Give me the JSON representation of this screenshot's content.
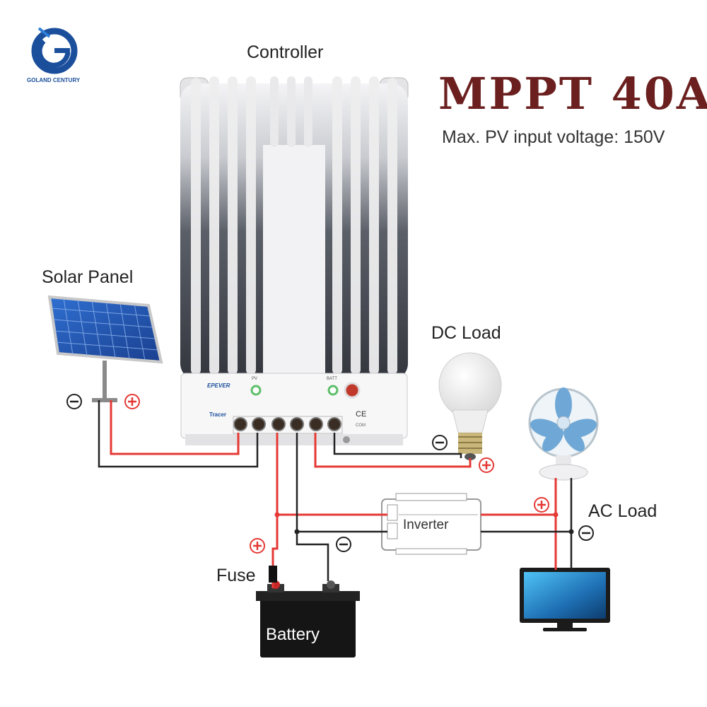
{
  "logo": {
    "text": "GOLAND CENTURY"
  },
  "title": "MPPT  40A",
  "subtitle": "Max. PV input voltage: 150V",
  "labels": {
    "controller": "Controller",
    "solar_panel": "Solar Panel",
    "dc_load": "DC Load",
    "ac_load": "AC Load",
    "fuse": "Fuse",
    "battery": "Battery",
    "inverter": "Inverter"
  },
  "device": {
    "brand": "EPEVER",
    "model": "Tracer",
    "pv": "PV",
    "batt": "BATT",
    "ce": "CE",
    "com": "COM"
  },
  "colors": {
    "positive_wire": "#e53935",
    "negative_wire": "#222222",
    "title": "#6b1f1f",
    "brand_blue": "#1b4f9c"
  }
}
